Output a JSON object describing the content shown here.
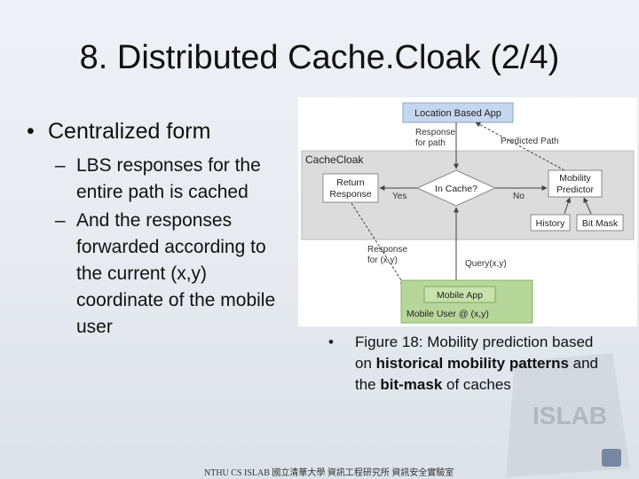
{
  "slide": {
    "title": "8. Distributed Cache.Cloak (2/4)",
    "bullet": "Centralized form",
    "sub_bullets": [
      "LBS responses for the entire path is cached",
      "And the responses forwarded according to the current (x,y) coordinate of the mobile user"
    ],
    "caption": {
      "part1": "Figure 18: Mobility prediction based on ",
      "bold1": "historical mobility patterns",
      "part2": " and the ",
      "bold2": "bit-mask",
      "part3": " of caches"
    },
    "footer": "NTHU CS ISLAB 國立清華大學 資訊工程研究所 資訊安全實驗室"
  },
  "figure": {
    "location_app": "Location Based App",
    "response_path_1": "Response",
    "response_path_2": "for path",
    "predicted_path": "Predicted Path",
    "cachecloak": "CacheCloak",
    "return_1": "Return",
    "return_2": "Response",
    "yes": "Yes",
    "in_cache": "In Cache?",
    "no": "No",
    "mobility_1": "Mobility",
    "mobility_2": "Predictor",
    "history": "History",
    "bitmask": "Bit Mask",
    "response_xy_1": "Response",
    "response_xy_2": "for (x,y)",
    "query": "Query(x,y)",
    "mobile_app": "Mobile App",
    "mobile_user": "Mobile User @ (x,y)"
  },
  "logo": {
    "text": "ISLAB"
  },
  "colors": {
    "green_box": "#b7d69a",
    "blue_box": "#c5d7ee",
    "background": "#e6eaef"
  }
}
